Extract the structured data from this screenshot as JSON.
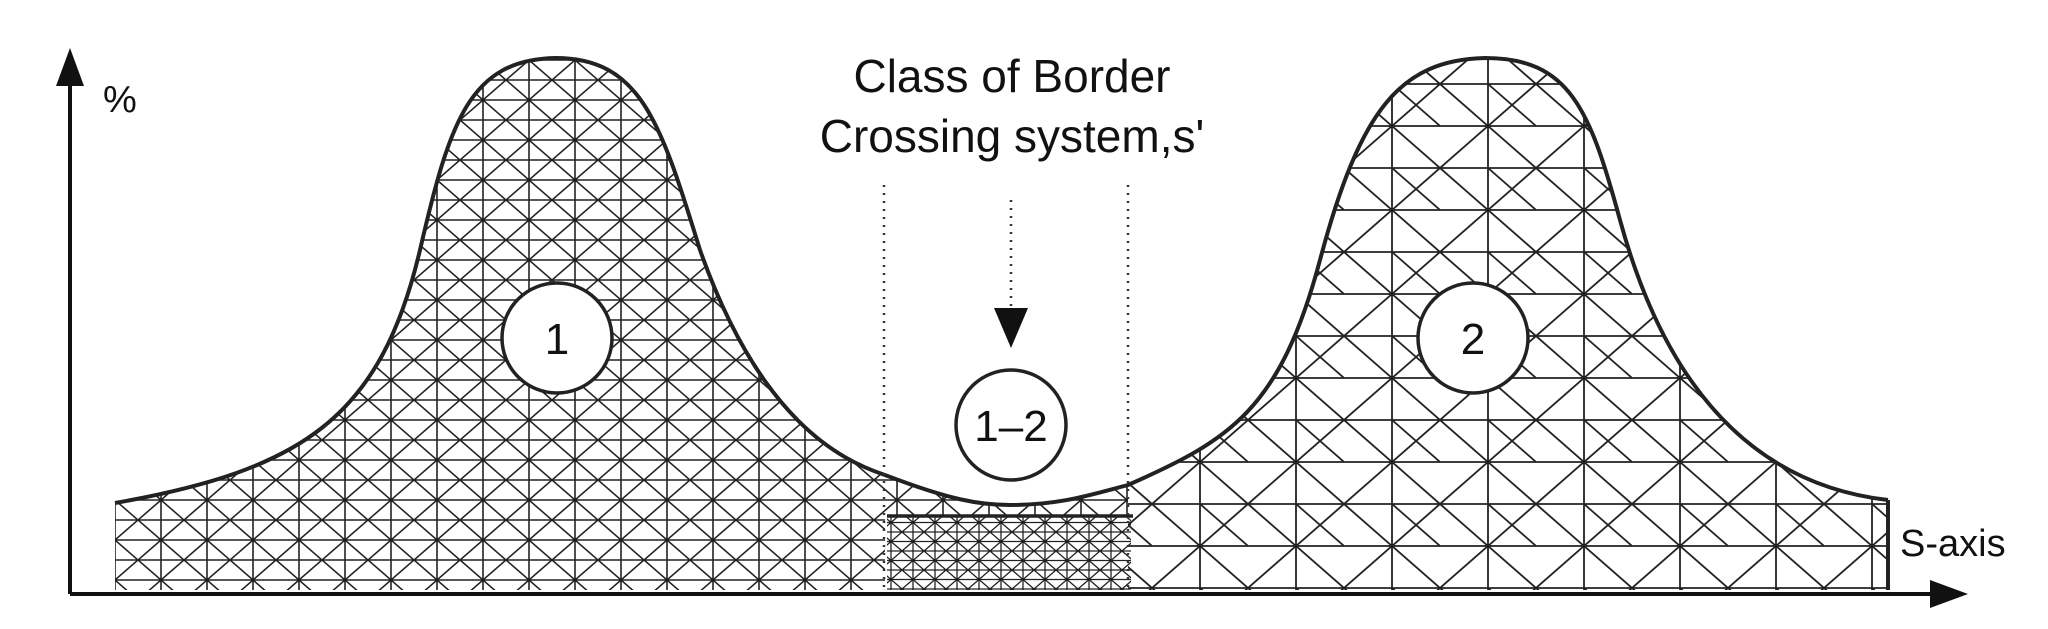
{
  "title": {
    "line1": "Class of Border",
    "line2": "Crossing system,s'"
  },
  "axes": {
    "y_label": "%",
    "x_label": "S-axis"
  },
  "badges": {
    "class_1": "1",
    "class_2": "2",
    "class_border": "1–2"
  },
  "colors": {
    "stroke": "#222222",
    "background": "#ffffff"
  },
  "icons": {
    "down_arrow": "arrow-down-icon"
  }
}
